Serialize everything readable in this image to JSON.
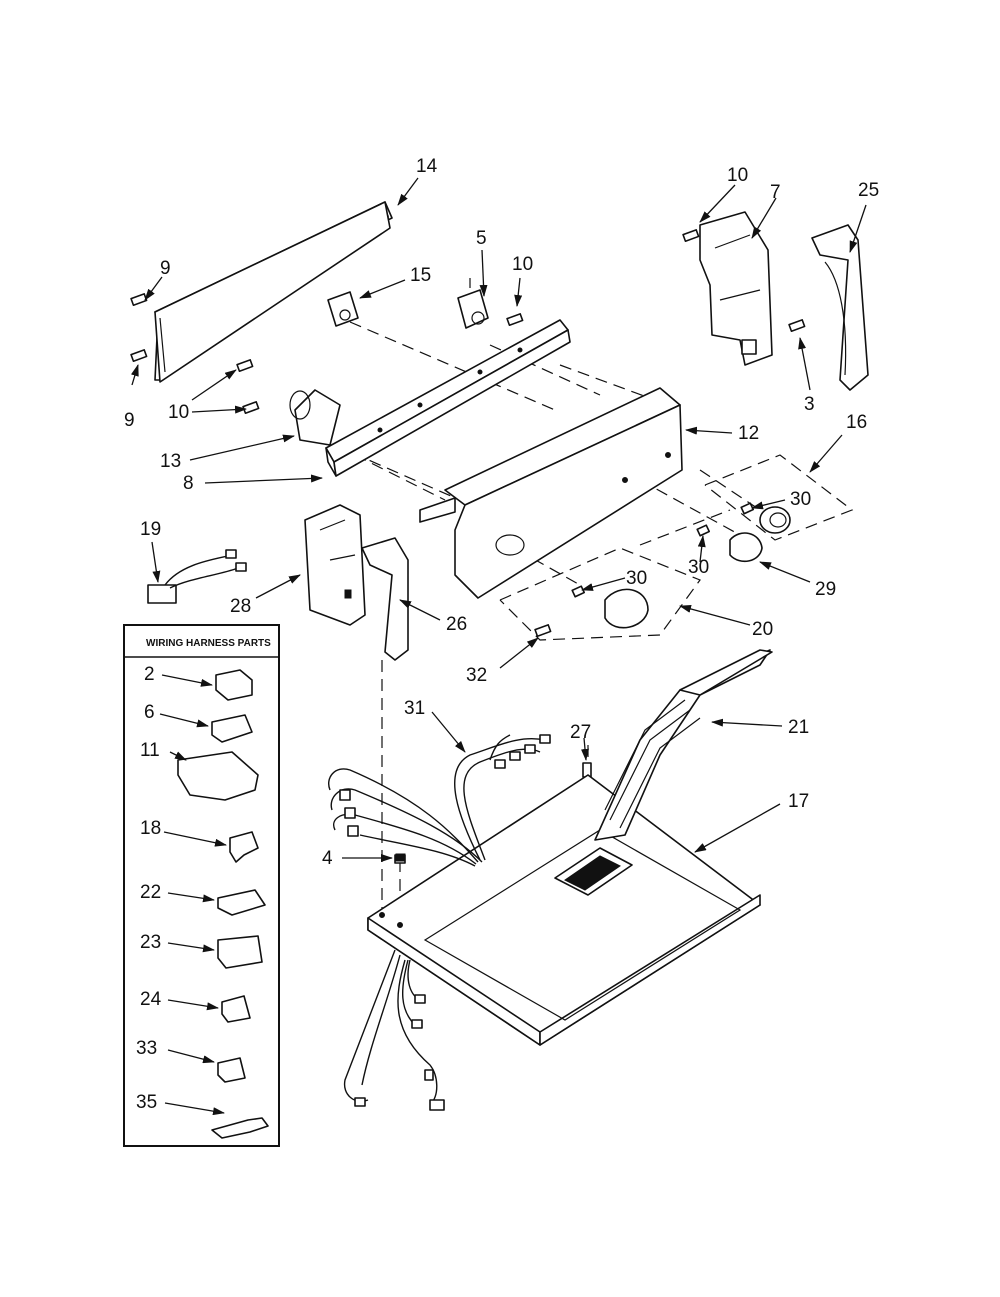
{
  "diagram": {
    "box_title": "WIRING HARNESS PARTS",
    "labels": {
      "p14": "14",
      "p10a": "10",
      "p7": "7",
      "p25": "25",
      "p9a": "9",
      "p15": "15",
      "p5": "5",
      "p10b": "10",
      "p9b": "9",
      "p10c": "10",
      "p3": "3",
      "p16": "16",
      "p12": "12",
      "p13": "13",
      "p8": "8",
      "p30a": "30",
      "p19": "19",
      "p30b": "30",
      "p30c": "30",
      "p29": "29",
      "p28": "28",
      "p26": "26",
      "p20": "20",
      "p32": "32",
      "p2": "2",
      "p6": "6",
      "p31": "31",
      "p27": "27",
      "p21": "21",
      "p11": "11",
      "p17": "17",
      "p18": "18",
      "p4": "4",
      "p22": "22",
      "p23": "23",
      "p24": "24",
      "p33": "33",
      "p35": "35"
    }
  }
}
